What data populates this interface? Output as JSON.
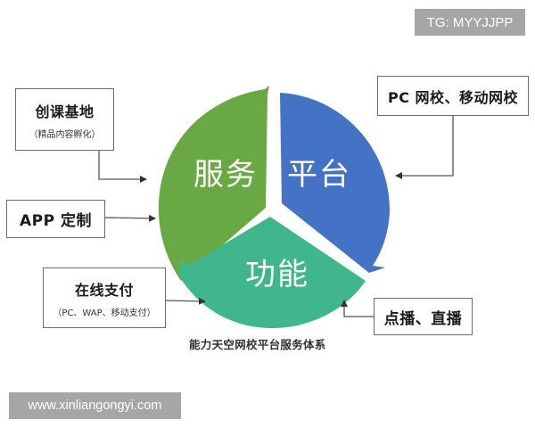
{
  "watermarks": {
    "top": "TG: MYYJJPP",
    "bottom": "www.xinliangongyi.com"
  },
  "diagram": {
    "caption": "能力天空网校平台服务体系",
    "segments": [
      {
        "id": "service",
        "label": "服务",
        "color": "#6aa843"
      },
      {
        "id": "platform",
        "label": "平台",
        "color": "#4472c4"
      },
      {
        "id": "function",
        "label": "功能",
        "color": "#3fb68b"
      }
    ],
    "boxes": {
      "chuangke": {
        "main": "创课基地",
        "sub": "（精品内容孵化）"
      },
      "app": {
        "main": "APP 定制"
      },
      "zhifu": {
        "main": "在线支付",
        "sub": "（PC、WAP、移动支付）"
      },
      "pc": {
        "main": "PC 网校、移动网校"
      },
      "dianbo": {
        "main": "点播、直播"
      }
    },
    "colors": {
      "connector": "#555555",
      "box_border": "#6b6b6b"
    }
  }
}
